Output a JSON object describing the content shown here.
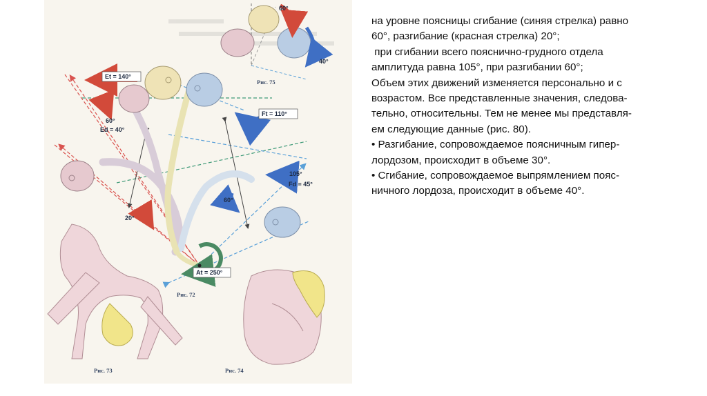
{
  "figure": {
    "labels": {
      "et": "Et = 140°",
      "ft": "Ft = 110°",
      "angle_60_top": "60°",
      "angle_40_top": "40°",
      "angle_60_left": "60°",
      "ed": "Ed = 40°",
      "angle_105": "105°",
      "fd": "Fd = 45°",
      "angle_60_mid": "60°",
      "angle_20": "20°",
      "at": "At = 250°"
    },
    "captions": {
      "fig72": "Рис. 72",
      "fig73": "Рис. 73",
      "fig74": "Рис. 74",
      "fig75": "Рис. 75"
    },
    "colors": {
      "red_arrow": "#d24a3a",
      "blue_arrow": "#3f6fc4",
      "green_arrow": "#4a8a63",
      "dashed_red": "#d9534f",
      "dashed_blue": "#5aa0d8",
      "dashed_green": "#3f9a78",
      "spine": "#e9e3b3",
      "skull_pink": "#e6c9cf",
      "skull_yellow": "#efe3b6",
      "skull_blue": "#b9cde4",
      "skin": "#efd6da",
      "hair": "#f1e58a"
    }
  },
  "text_lines": [
    "на уровне поясницы сгибание (синяя стрелка) равно",
    "60°, разгибание (красная стрелка) 20°;",
    " при сгибании всего пояснично-грудного отдела",
    "амплитуда равна 105°, при разгибании 60°;",
    "Объем этих движений изменяется персонально и с",
    "возрастом. Все представленные значения, следова-",
    "тельно, относительны. Тем не менее мы представля-",
    "ем следующие данные (рис. 80).",
    "• Разгибание, сопровождаемое поясничным гипер-",
    "лордозом, происходит в объеме 30°.",
    "• Сгибание, сопровождаемое выпрямлением пояс-",
    "ничного лордоза, происходит в объеме 40°."
  ]
}
